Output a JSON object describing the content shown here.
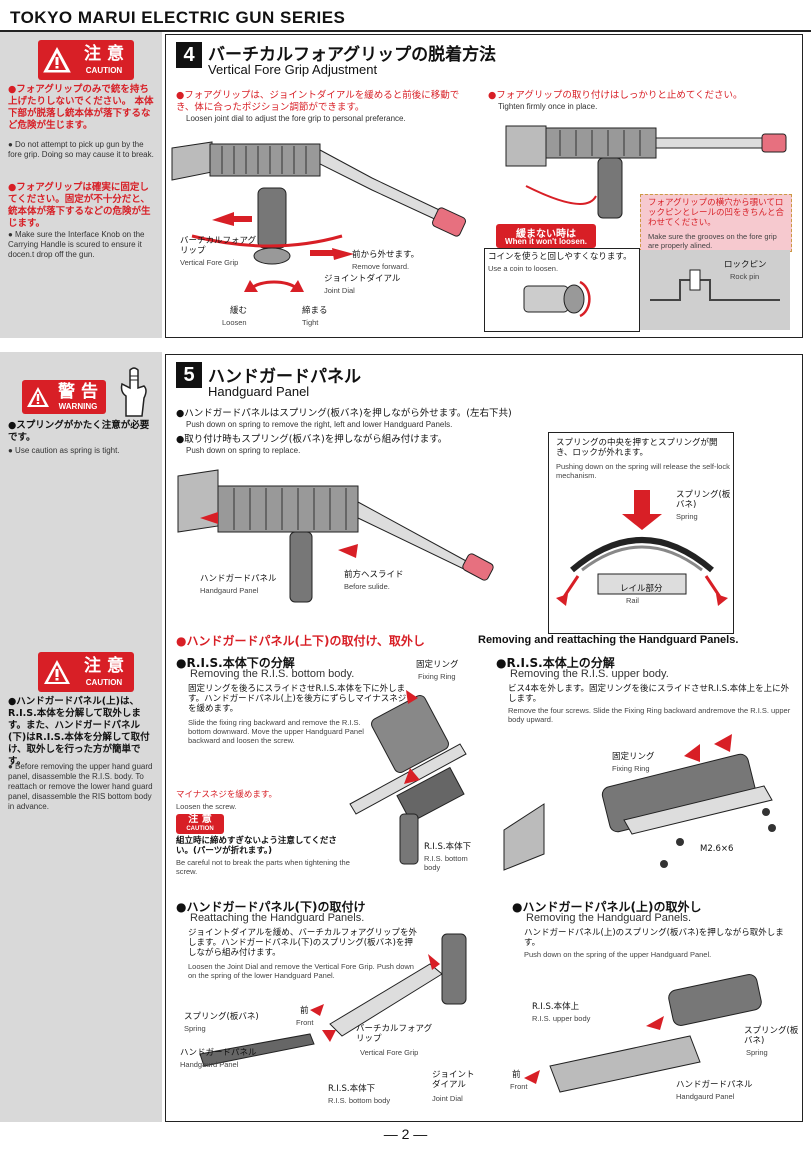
{
  "header": {
    "series": "TOKYO MARUI ELECTRIC GUN SERIES"
  },
  "footer": {
    "page": "— 2 —"
  },
  "side1": {
    "badge_jp": "注 意",
    "badge_en": "CAUTION",
    "items": [
      {
        "jp": "●フォアグリップのみで銃を持ち上げたりしないでください。 本体下部が脱落し銃本体が落下するなど危険が生じます。",
        "en": "● Do not attempt to pick up gun by the fore grip. Doing so may cause it to break."
      },
      {
        "jp": "●フォアグリップは確実に固定してください。固定が不十分だと、銃本体が落下するなどの危険が生じます。",
        "en": "● Make sure the Interface Knob on the Carrying Handle is scured to ensure it docen.t drop off the gun."
      }
    ]
  },
  "side2": {
    "badge_jp": "警 告",
    "badge_en": "WARNING",
    "jp": "●スプリングがかたく注意が必要です。",
    "en": "● Use caution as spring is tight."
  },
  "side3": {
    "badge_jp": "注 意",
    "badge_en": "CAUTION",
    "jp": "●ハンドガードパネル(上)は、R.I.S.本体を分解して取外します。また、ハンドガードパネル(下)はR.I.S.本体を分解して取付け、取外しを行った方が簡単です。",
    "en": "● Before removing the upper hand guard panel, disassemble the R.I.S. body. To reattach or remove the lower hand guard panel, disassemble the RIS bottom body in advance."
  },
  "sec4": {
    "num": "4",
    "title_jp": "バーチカルフォアグリップの脱着方法",
    "title_en": "Vertical Fore Grip Adjustment",
    "left_jp": "●フォアグリップは、ジョイントダイアルを緩めると前後に移動でき、体に合ったポジション調節ができます。",
    "left_en": "Loosen joint dial to adjust the fore grip to personal preferance.",
    "right_jp": "●フォアグリップの取り付けはしっかりと止めてください。",
    "right_en": "Tighten firmly once in place.",
    "lbl_grip_jp": "バーチカルフォアグリップ",
    "lbl_grip_en": "Vertical Fore Grip",
    "lbl_remove_jp": "前から外せます。",
    "lbl_remove_en": "Remove forward.",
    "lbl_dial_jp": "ジョイントダイアル",
    "lbl_dial_en": "Joint Dial",
    "lbl_loosen_jp": "緩む",
    "lbl_loosen_en": "Loosen",
    "lbl_tight_jp": "締まる",
    "lbl_tight_en": "Tight",
    "loose_badge_jp": "緩まない時は",
    "loose_badge_en": "When it won't loosen.",
    "coin_jp": "コインを使うと回しやすくなります。",
    "coin_en": "Use a coin to loosen.",
    "pink_jp": "フォアグリップの横穴から覗いてロックピンとレールの凹をきちんと合わせてください。",
    "pink_en": "Make sure the grooves on the fore grip are properly alined.",
    "lockpin_jp": "ロックピン",
    "lockpin_en": "Rock pin"
  },
  "sec5": {
    "num": "5",
    "title_jp": "ハンドガードパネル",
    "title_en": "Handguard Panel",
    "b1_jp": "●ハンドガードパネルはスプリング(板バネ)を押しながら外せます。(左右下共)",
    "b1_en": "Push down on spring to remove the right, left and lower Handguard Panels.",
    "b2_jp": "●取り付け時もスプリング(板バネ)を押しながら組み付けます。",
    "b2_en": "Push down on spring to replace.",
    "spring_jp": "スプリングの中央を押すとスプリングが開き、ロックが外れます。",
    "spring_en": "Pushing down on the spring will release the self-lock mechanism.",
    "lbl_spring_jp": "スプリング(板バネ)",
    "lbl_spring_en": "Spring",
    "lbl_rail_jp": "レイル部分",
    "lbl_rail_en": "Rail",
    "lbl_panel_jp": "ハンドガードパネル",
    "lbl_panel_en": "Handgaurd Panel",
    "lbl_slide_jp": "前方ヘスライド",
    "lbl_slide_en": "Before sulide.",
    "sub_title_jp": "●ハンドガードパネル(上下)の取付け、取外し",
    "sub_title_en": "Removing and reattaching the Handguard Panels.",
    "q1": {
      "title_jp": "●R.I.S.本体下の分解",
      "title_en": "Removing the R.I.S. bottom body.",
      "jp": "固定リングを後ろにスライドさせR.I.S.本体を下に外します。ハンドガードパネル(上)を後方にずらしマイナスネジを緩めます。",
      "en": "Slide the fixing ring backward and remove the R.I.S. bottom downward. Move the upper Handguard Panel backward and loosen the screw.",
      "ring_jp": "固定リング",
      "ring_en": "Fixing Ring",
      "screw_jp": "マイナスネジを緩めます。",
      "screw_en": "Loosen the screw.",
      "caution_badge": "注 意",
      "caution_badge_en": "CAUTION",
      "caution_jp": "組立時に締めすぎないよう注意してください。(パーツが折れます。)",
      "caution_en": "Be careful not to break the parts when tightening the screw.",
      "bottom_jp": "R.I.S.本体下",
      "bottom_en": "R.I.S. bottom body"
    },
    "q2": {
      "title_jp": "●R.I.S.本体上の分解",
      "title_en": "Removing the R.I.S. upper body.",
      "jp": "ビス4本を外します。固定リングを後にスライドさせR.I.S.本体上を上に外します。",
      "en": "Remove the four screws. Slide the Fixing Ring backward andremove the R.I.S. upper body upward.",
      "ring_jp": "固定リング",
      "ring_en": "Fixing Ring",
      "screw": "M2.6×6"
    },
    "q3": {
      "title_jp": "●ハンドガードパネル(下)の取付け",
      "title_en": "Reattaching the Handguard Panels.",
      "jp": "ジョイントダイアルを緩め、バーチカルフォアグリップを外します。ハンドガードパネル(下)のスプリング(板バネ)を押しながら組み付けます。",
      "en": "Loosen the Joint Dial and remove the Vertical Fore Grip. Push down on the spring of the lower Handguard Panel.",
      "spring_jp": "スプリング(板バネ)",
      "spring_en": "Spring",
      "front_jp": "前",
      "front_en": "Front",
      "grip_jp": "バーチカルフォアグリップ",
      "grip_en": "Vertical Fore Grip",
      "panel_jp": "ハンドガードパネル",
      "panel_en": "Handgaurd Panel",
      "bottom_jp": "R.I.S.本体下",
      "bottom_en": "R.I.S. bottom body",
      "dial_jp": "ジョイントダイアル",
      "dial_en": "Joint Dial"
    },
    "q4": {
      "title_jp": "●ハンドガードパネル(上)の取外し",
      "title_en": "Removing the Handguard Panels.",
      "jp": "ハンドガードパネル(上)のスプリング(板バネ)を押しながら取外します。",
      "en": "Push down on the spring of the upper Handguard Panel.",
      "upper_jp": "R.I.S.本体上",
      "upper_en": "R.I.S. upper body",
      "spring_jp": "スプリング(板バネ)",
      "spring_en": "Spring",
      "front_jp": "前",
      "front_en": "Front",
      "panel_jp": "ハンドガードパネル",
      "panel_en": "Handgaurd Panel"
    }
  }
}
